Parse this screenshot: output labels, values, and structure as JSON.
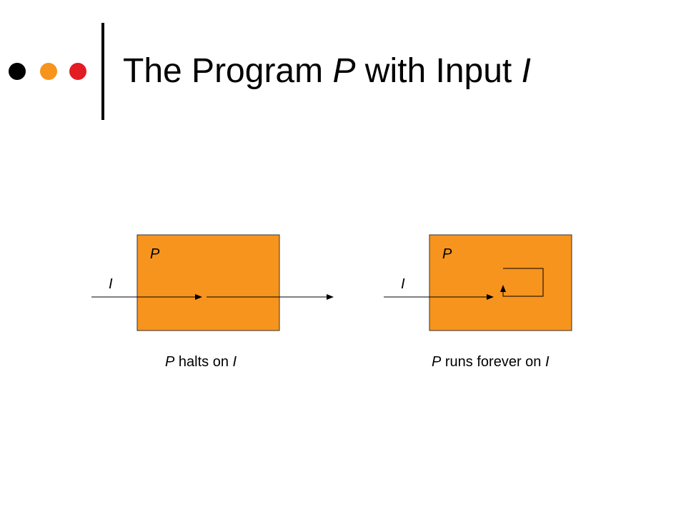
{
  "title": {
    "prefix": "The Program ",
    "program_var": "P",
    "middle": " with Input ",
    "input_var": "I"
  },
  "bullets": {
    "colors": [
      "#000000",
      "#F7941D",
      "#E31B23"
    ]
  },
  "colors": {
    "box_fill": "#F7941D",
    "box_stroke": "#333333",
    "line": "#000000"
  },
  "diagrams": {
    "halts": {
      "box_label": "P",
      "input_label": "I",
      "caption": {
        "program_var": "P",
        "text": " halts on ",
        "input_var": "I"
      }
    },
    "forever": {
      "box_label": "P",
      "input_label": "I",
      "caption": {
        "program_var": "P",
        "text": " runs forever on ",
        "input_var": "I"
      }
    }
  }
}
